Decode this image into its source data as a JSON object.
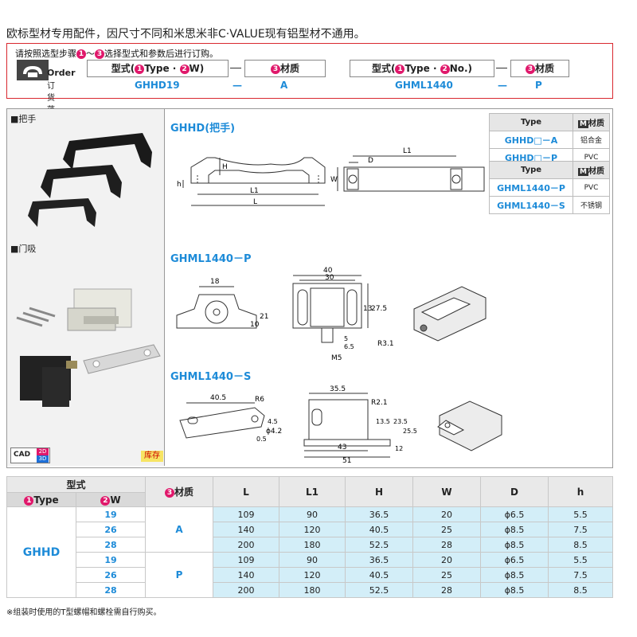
{
  "intro": "欧标型材专用配件，因尺寸不同和米思米非C·VALUE现有铝型材不通用。",
  "order": {
    "instruction_pre": "请按照选型步骤",
    "instruction_num1": "1",
    "instruction_tilde": "～",
    "instruction_num2": "3",
    "instruction_post": "选择型式和参数后进行订购。",
    "icon_label": "Order",
    "icon_sub": "订货范例",
    "left_type_pre": "型式(",
    "left_type_n1": "1",
    "left_type_mid": "Type · ",
    "left_type_n2": "2",
    "left_type_post": "W)",
    "left_mat_n": "3",
    "left_mat": "材质",
    "left_value": "GHHD19",
    "left_dash": "—",
    "left_mat_value": "A",
    "right_type_pre": "型式(",
    "right_type_n1": "1",
    "right_type_mid": "Type · ",
    "right_type_n2": "2",
    "right_type_post": "No.)",
    "right_mat_n": "3",
    "right_mat": "材质",
    "right_value": "GHML1440",
    "right_dash": "—",
    "right_mat_value": "P"
  },
  "left_panel": {
    "handle_label": "■把手",
    "door_label": "■门吸",
    "cad_label": "CAD",
    "cad_2d": "2D",
    "cad_3d": "3D",
    "stock_label": "库存"
  },
  "drawings": {
    "ghhd_title": "GHHD(把手)",
    "ghml_p_title": "GHML1440－P",
    "ghml_s_title": "GHML1440－S",
    "ghhd_dims": {
      "L1": "L1",
      "L": "L",
      "H": "H",
      "h": "h",
      "D": "D",
      "W": "W"
    },
    "ghml_p_dims": {
      "d18": "18",
      "d40": "40",
      "d30": "30",
      "d21": "21",
      "d10": "10",
      "d13": "13",
      "d275": "27.5",
      "d5": "5",
      "d65": "6.5",
      "m5": "M5",
      "r31": "R3.1"
    },
    "ghml_s_dims": {
      "d405": "40.5",
      "r6": "R6",
      "d45": "4.5",
      "d05": "0.5",
      "phi42": "ϕ4.2",
      "d355": "35.5",
      "r21": "R2.1",
      "d135": "13.5",
      "d235": "23.5",
      "d255": "25.5",
      "d43": "43",
      "d51": "51",
      "d12": "12"
    }
  },
  "type_table_1": {
    "header_type": "Type",
    "header_mat_badge": "M",
    "header_mat": "材质",
    "rows": [
      {
        "type": "GHHD□－A",
        "mat": "铝合金"
      },
      {
        "type": "GHHD□－P",
        "mat": "PVC"
      }
    ]
  },
  "type_table_2": {
    "header_type": "Type",
    "header_mat_badge": "M",
    "header_mat": "材质",
    "rows": [
      {
        "type": "GHML1440－P",
        "mat": "PVC"
      },
      {
        "type": "GHML1440－S",
        "mat": "不锈钢"
      }
    ]
  },
  "main_table": {
    "h_model": "型式",
    "h_type_n": "1",
    "h_type": "Type",
    "h_w_n": "2",
    "h_w": "W",
    "h_mat_n": "3",
    "h_mat": "材质",
    "h_L": "L",
    "h_L1": "L1",
    "h_H": "H",
    "h_W": "W",
    "h_D": "D",
    "h_h": "h",
    "type_value": "GHHD",
    "mat_A": "A",
    "mat_P": "P",
    "rows": [
      {
        "w": "19",
        "L": "109",
        "L1": "90",
        "H": "36.5",
        "W": "20",
        "D": "ϕ6.5",
        "h": "5.5"
      },
      {
        "w": "26",
        "L": "140",
        "L1": "120",
        "H": "40.5",
        "W": "25",
        "D": "ϕ8.5",
        "h": "7.5"
      },
      {
        "w": "28",
        "L": "200",
        "L1": "180",
        "H": "52.5",
        "W": "28",
        "D": "ϕ8.5",
        "h": "8.5"
      },
      {
        "w": "19",
        "L": "109",
        "L1": "90",
        "H": "36.5",
        "W": "20",
        "D": "ϕ6.5",
        "h": "5.5"
      },
      {
        "w": "26",
        "L": "140",
        "L1": "120",
        "H": "40.5",
        "W": "25",
        "D": "ϕ8.5",
        "h": "7.5"
      },
      {
        "w": "28",
        "L": "200",
        "L1": "180",
        "H": "52.5",
        "W": "28",
        "D": "ϕ8.5",
        "h": "8.5"
      }
    ]
  },
  "footnote": "※组装时使用的T型螺帽和螺栓需自行购买。",
  "colors": {
    "accent_blue": "#1d8bd8",
    "accent_red": "#d9282f",
    "step_pink": "#e0186b",
    "table_cyan": "#d3eef8"
  }
}
